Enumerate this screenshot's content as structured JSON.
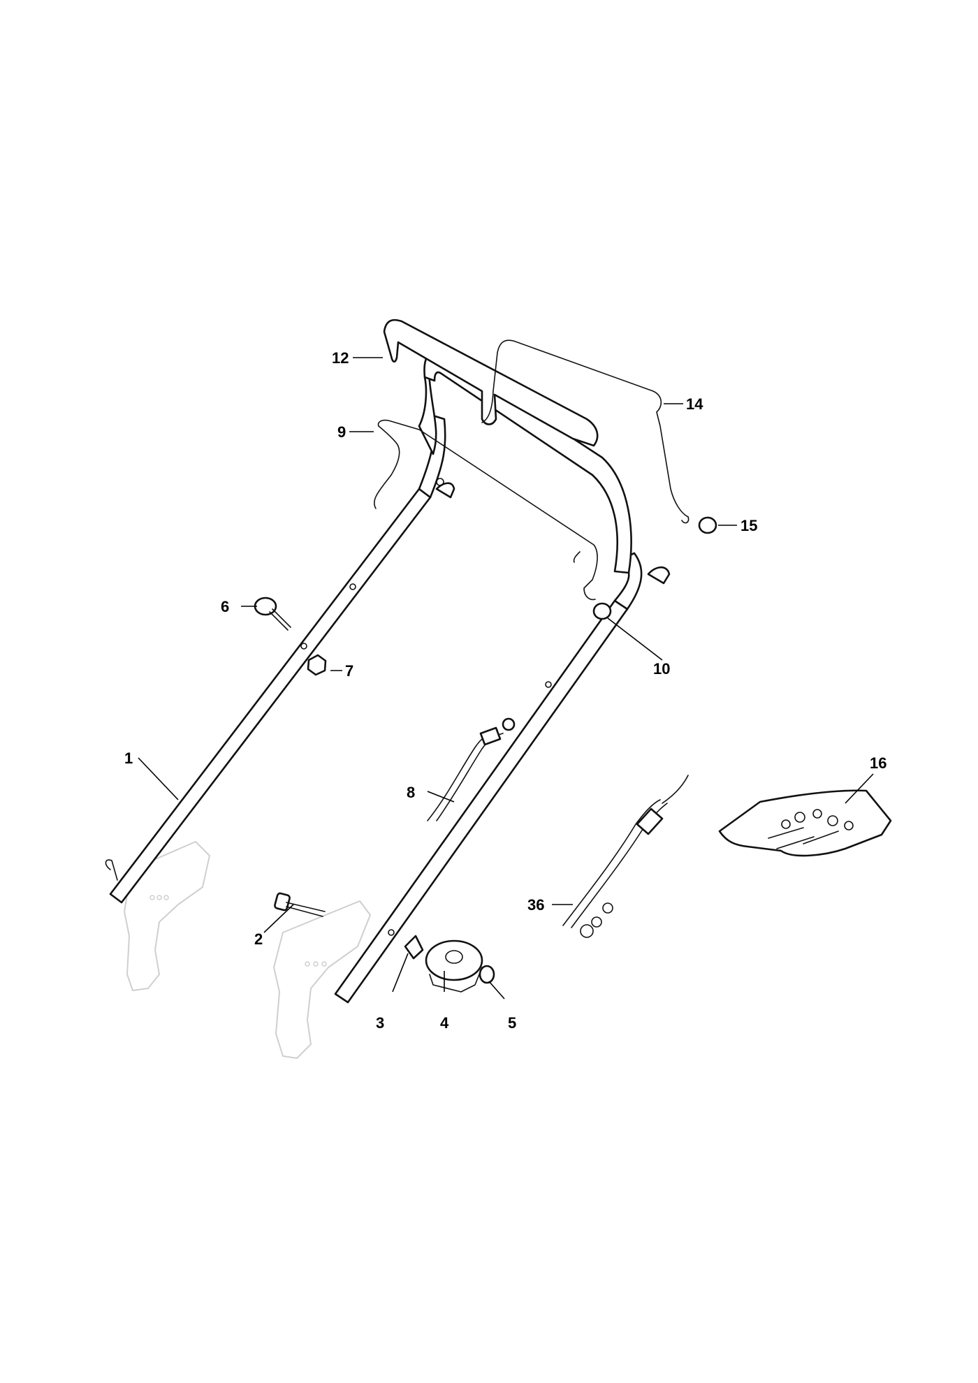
{
  "callouts": {
    "c1": "1",
    "c2": "2",
    "c3": "3",
    "c4": "4",
    "c5": "5",
    "c6": "6",
    "c7": "7",
    "c8": "8",
    "c9": "9",
    "c10": "10",
    "c12": "12",
    "c14": "14",
    "c15": "15",
    "c16": "16",
    "c36": "36"
  }
}
